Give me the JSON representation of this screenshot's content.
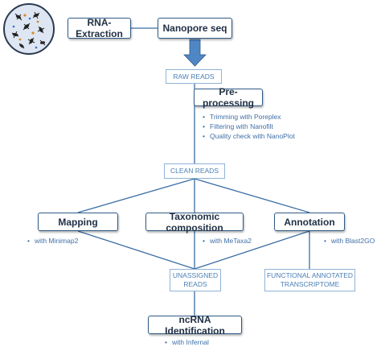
{
  "steps": {
    "rna_extraction": "RNA-Extraction",
    "nanopore_seq": "Nanopore seq",
    "raw_reads": "RAW READS",
    "preprocessing": "Pre-processing",
    "clean_reads": "CLEAN READS",
    "mapping": "Mapping",
    "taxonomic": "Taxonomic composition",
    "annotation": "Annotation",
    "unassigned_line1": "UNASSIGNED",
    "unassigned_line2": "READS",
    "functional_line1": "FUNCTIONAL ANNOTATED",
    "functional_line2": "TRANSCRIPTOME",
    "ncrna": "ncRNA Identification"
  },
  "notes": {
    "preprocessing": [
      "Trimming with Poreplex",
      "Filtering with Nanofilt",
      "Quality check with NanoPlot"
    ],
    "mapping": "with Minimap2",
    "taxonomic": "with MeTaxa2",
    "annotation": "with Blast2GO",
    "ncrna": "with Infernal"
  },
  "colors": {
    "box_border": "#2f5a86",
    "tag_border": "#8fb3d6",
    "tag_text": "#4a7fb5",
    "note_text": "#3f6fa6",
    "line": "#3b6ea5",
    "arrow_fill": "#4f86c6"
  },
  "icons": {
    "sample": "mosquito-sample-circle-icon"
  }
}
